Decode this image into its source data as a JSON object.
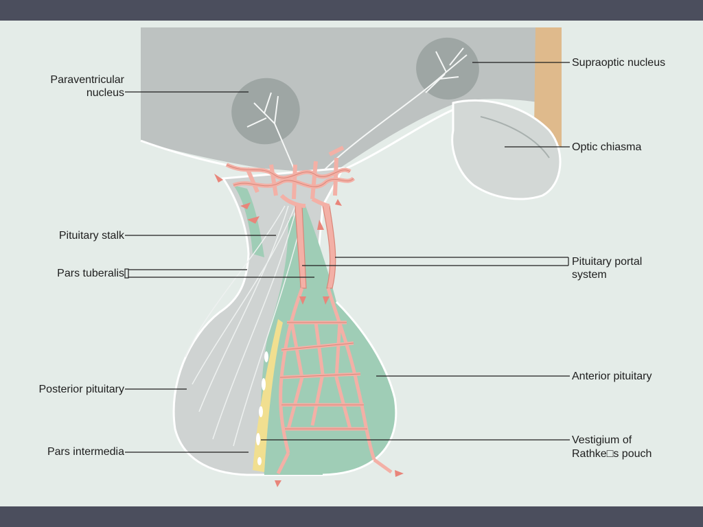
{
  "diagram": {
    "labels": {
      "paraventricular_1": "Paraventricular",
      "paraventricular_2": "nucleus",
      "supraoptic": "Supraoptic nucleus",
      "optic_chiasma": "Optic chiasma",
      "pituitary_stalk": "Pituitary stalk",
      "pars_tuberalis": "Pars tuberalis",
      "portal_1": "Pituitary portal",
      "portal_2": "system",
      "posterior": "Posterior pituitary",
      "anterior": "Anterior pituitary",
      "pars_intermedia": "Pars intermedia",
      "vestigium_1": "Vestigium of",
      "vestigium_2": "Rathke□s pouch"
    },
    "colors": {
      "slide_background": "#e4ece8",
      "frame_band": "#4b4e5d",
      "hypothalamus": "#bdc2c1",
      "nucleus": "#9ea6a4",
      "chiasma": "#d3d8d6",
      "posterior": "#cfd3d2",
      "anterior": "#9fcdb6",
      "intermedia": "#f1df90",
      "vessels": "#f3b0a6",
      "vessel_outline": "#d88678",
      "tan_region": "#dfba8c",
      "leader": "#1d1d1d"
    }
  }
}
